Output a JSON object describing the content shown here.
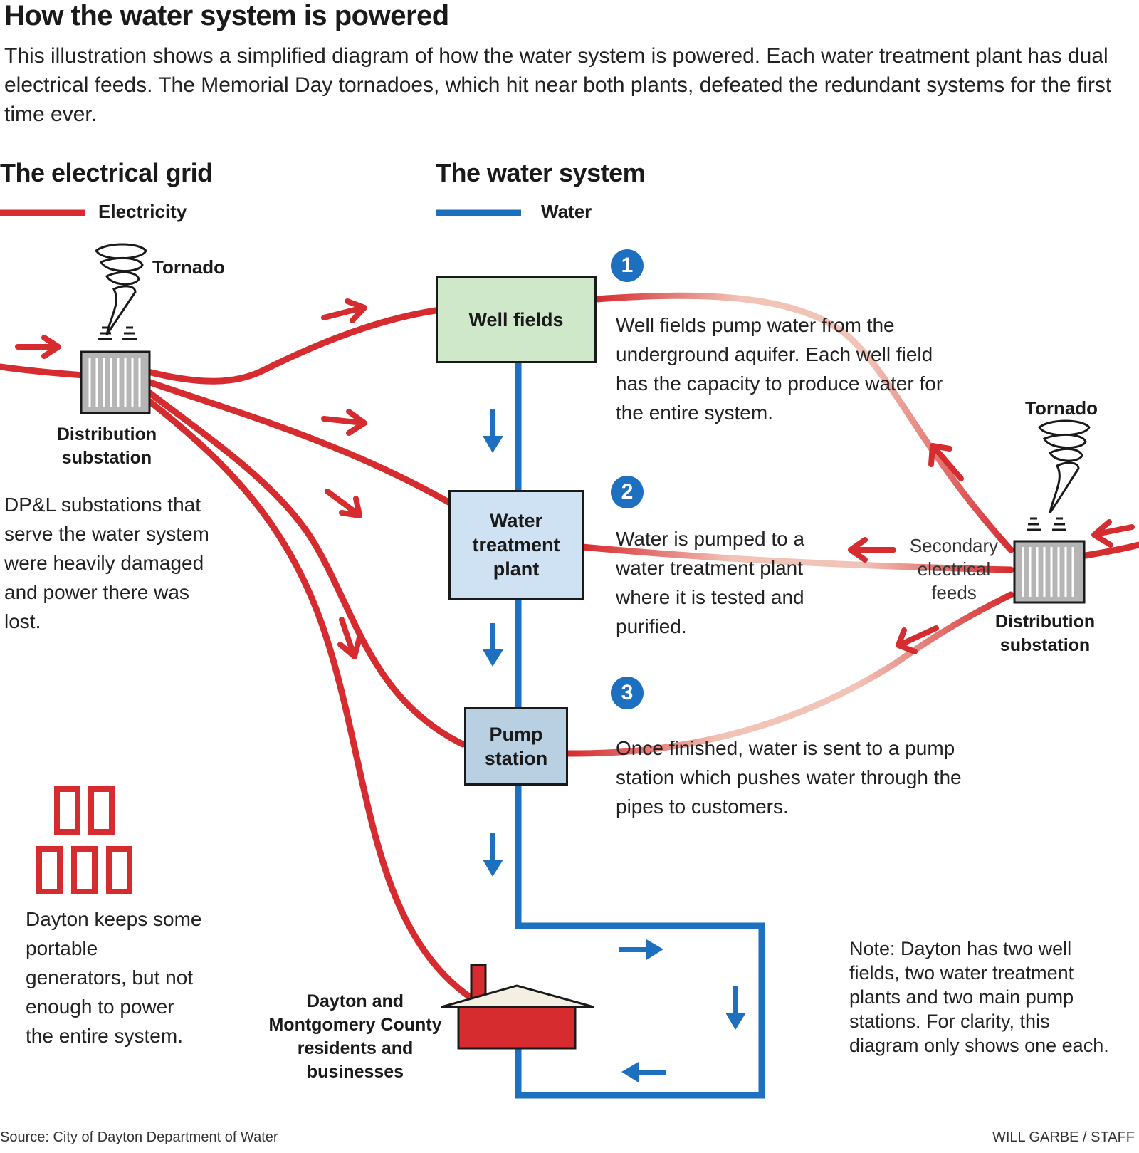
{
  "header": {
    "title": "How the water system is powered",
    "subtitle": "This illustration shows a simplified diagram of how the water system is powered. Each water treatment plant has dual electrical feeds. The Memorial Day tornadoes, which hit near both plants, defeated the redundant systems for the first time ever."
  },
  "sections": {
    "grid_title": "The electrical grid",
    "grid_legend": "Electricity",
    "water_title": "The water system",
    "water_legend": "Water"
  },
  "labels": {
    "tornado_left": "Tornado",
    "tornado_right": "Tornado",
    "substation_left_line1": "Distribution",
    "substation_left_line2": "substation",
    "substation_right_line1": "Distribution",
    "substation_right_line2": "substation",
    "secondary_line1": "Secondary",
    "secondary_line2": "electrical",
    "secondary_line3": "feeds",
    "house_line1": "Dayton and",
    "house_line2": "Montgomery County",
    "house_line3": "residents and",
    "house_line4": "businesses"
  },
  "nodes": {
    "well_fields": "Well fields",
    "treatment_line1": "Water",
    "treatment_line2": "treatment",
    "treatment_line3": "plant",
    "pump_line1": "Pump",
    "pump_line2": "station"
  },
  "steps": [
    {
      "number": "1",
      "text": "Well fields pump water from the underground aquifer. Each well field has the capacity to produce water for the entire system."
    },
    {
      "number": "2",
      "text": "Water is pumped to a water treatment plant where it is tested and purified."
    },
    {
      "number": "3",
      "text": "Once finished, water is sent to a pump station which pushes water through the pipes to customers."
    }
  ],
  "notes": {
    "substations": "DP&L substations that serve the water system were heavily damaged and power there was lost.",
    "generators": "Dayton keeps some portable generators, but not enough to power the entire system.",
    "note": "Note: Dayton has two well fields, two water treatment plants and two main pump stations. For clarity, this diagram only shows one each."
  },
  "footer": {
    "source": "Source: City of Dayton Department of Water",
    "credit": "WILL GARBE / STAFF"
  },
  "colors": {
    "electricity": "#d62b2f",
    "water": "#1d6fc0",
    "well_fields_fill": "#cfe8c9",
    "plant_fill": "#cfe2f3",
    "pump_fill": "#b9d0e3",
    "substation_fill": "#b5b5b5",
    "generator": "#d62b2f",
    "house": "#d62b2f",
    "roof": "#f3efe2"
  }
}
